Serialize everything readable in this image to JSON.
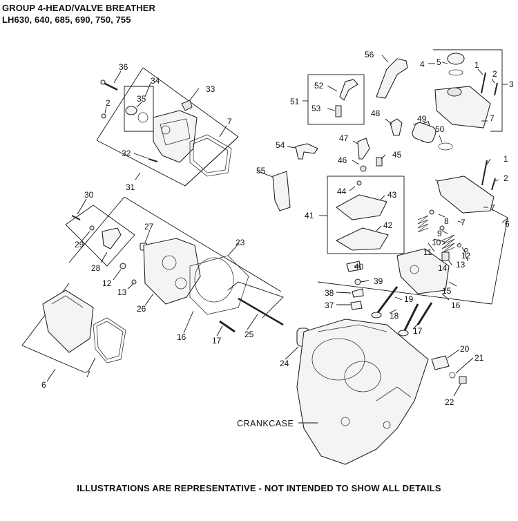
{
  "header": {
    "title": "GROUP 4-HEAD/VALVE BREATHER",
    "models": "LH630, 640, 685, 690, 750, 755"
  },
  "footer": {
    "note": "ILLUSTRATIONS ARE REPRESENTATIVE - NOT INTENDED TO SHOW ALL DETAILS"
  },
  "labels": {
    "crankcase": "CRANKCASE"
  },
  "callouts": [
    "1",
    "2",
    "3",
    "4",
    "5",
    "6",
    "7",
    "8",
    "9",
    "10",
    "11",
    "12",
    "13",
    "14",
    "15",
    "16",
    "17",
    "18",
    "19",
    "20",
    "21",
    "22",
    "23",
    "24",
    "25",
    "26",
    "27",
    "28",
    "29",
    "30",
    "31",
    "32",
    "33",
    "34",
    "35",
    "36",
    "37",
    "38",
    "39",
    "40",
    "41",
    "42",
    "43",
    "44",
    "45",
    "46",
    "47",
    "48",
    "49",
    "50",
    "51",
    "52",
    "53",
    "54",
    "55",
    "56"
  ]
}
